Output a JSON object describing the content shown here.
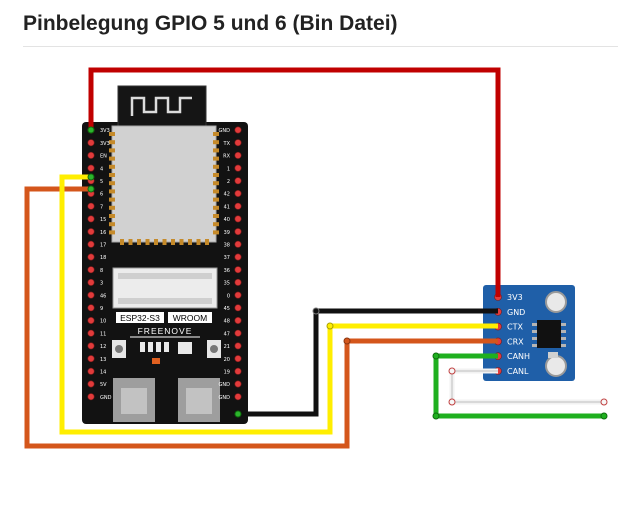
{
  "page": {
    "title": "Pinbelegung GPIO 5 und 6 (Bin Datei)"
  },
  "board": {
    "chip_label": "ESP32-S3",
    "module_label": "WROOM",
    "brand_label": "FREENOVE",
    "left_pins": [
      "3V3",
      "3V3",
      "EN",
      "4",
      "5",
      "6",
      "7",
      "15",
      "16",
      "17",
      "18",
      "8",
      "3",
      "46",
      "9",
      "10",
      "11",
      "12",
      "13",
      "14",
      "5V",
      "GND"
    ],
    "right_pins": [
      "GND",
      "TX",
      "RX",
      "1",
      "2",
      "42",
      "41",
      "40",
      "39",
      "38",
      "37",
      "36",
      "35",
      "0",
      "45",
      "48",
      "47",
      "21",
      "20",
      "19",
      "GND",
      "GND"
    ]
  },
  "can_module": {
    "pins": [
      "3V3",
      "GND",
      "CTX",
      "CRX",
      "CANH",
      "CANL"
    ]
  },
  "colors": {
    "red": "#c00000",
    "orange": "#d4561b",
    "yellow": "#ffee00",
    "black": "#111111",
    "green": "#1fb01f",
    "white_wire": "#f2f2f2",
    "board": "#121212",
    "module_board": "#1f5fa8"
  }
}
